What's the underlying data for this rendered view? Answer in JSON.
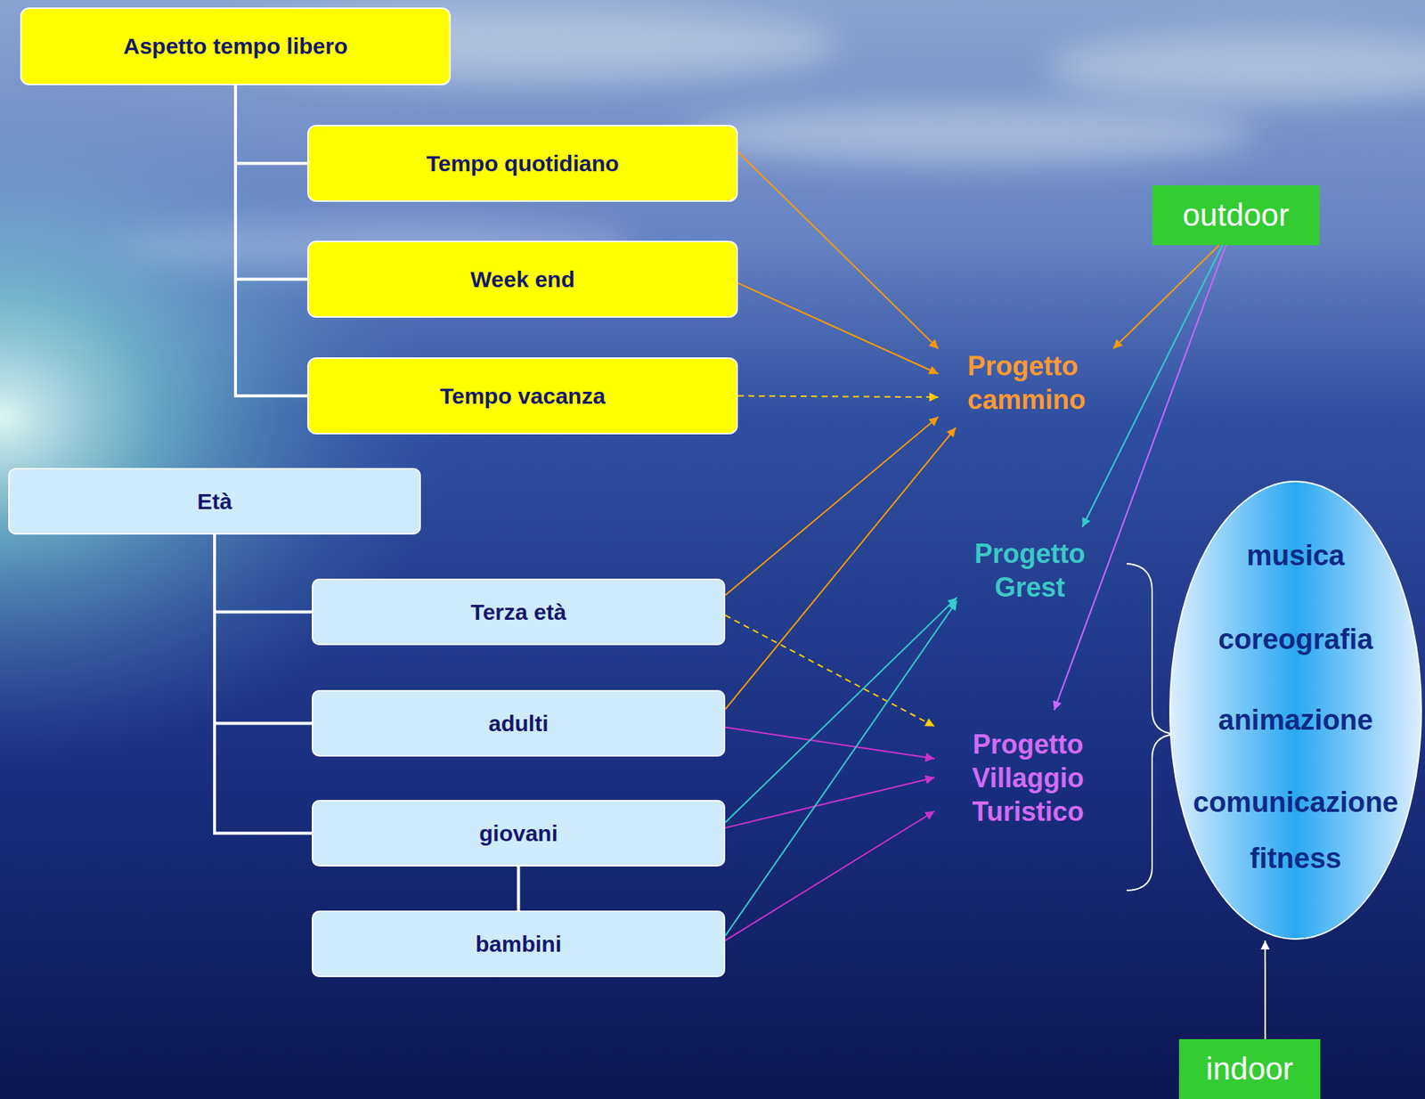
{
  "diagram": {
    "nodes": [
      {
        "text": [
          "Aspetto tempo libero"
        ]
      },
      {
        "text": [
          "Tempo quotidiano"
        ]
      },
      {
        "text": [
          "Week end"
        ]
      },
      {
        "text": [
          "Tempo vacanza"
        ]
      },
      {
        "text": [
          "Età"
        ]
      },
      {
        "text": [
          "Terza età"
        ]
      },
      {
        "text": [
          "adulti"
        ]
      },
      {
        "text": [
          "giovani"
        ]
      },
      {
        "text": [
          "bambini"
        ]
      },
      {
        "text": [
          "Progetto cammino"
        ]
      },
      {
        "text": [
          "Progetto Grest"
        ]
      },
      {
        "text": [
          "Progetto Villaggio Turistico"
        ]
      },
      {
        "text": [
          "outdoor"
        ]
      },
      {
        "text": [
          "musica",
          "coreografia",
          "animazione",
          "comunicazione",
          "fitness"
        ]
      },
      {
        "text": [
          "indoor"
        ]
      }
    ],
    "edges": [
      {
        "from": 0,
        "to": 1,
        "arrow": "none"
      },
      {
        "from": 0,
        "to": 2,
        "arrow": "none"
      },
      {
        "from": 0,
        "to": 3,
        "arrow": "none"
      },
      {
        "from": 4,
        "to": 5,
        "arrow": "none"
      },
      {
        "from": 4,
        "to": 6,
        "arrow": "none"
      },
      {
        "from": 4,
        "to": 7,
        "arrow": "none"
      },
      {
        "from": 7,
        "to": 8,
        "arrow": "none"
      },
      {
        "from": 1,
        "to": 9,
        "arrow": "to"
      },
      {
        "from": 2,
        "to": 9,
        "arrow": "to"
      },
      {
        "from": 3,
        "to": 9,
        "arrow": "to"
      },
      {
        "from": 12,
        "to": 9,
        "arrow": "to"
      },
      {
        "from": 12,
        "to": 10,
        "arrow": "to"
      },
      {
        "from": 12,
        "to": 11,
        "arrow": "to"
      },
      {
        "from": 5,
        "to": 9,
        "arrow": "to"
      },
      {
        "from": 5,
        "to": 11,
        "arrow": "to"
      },
      {
        "from": 6,
        "to": 9,
        "arrow": "to"
      },
      {
        "from": 6,
        "to": 11,
        "arrow": "to"
      },
      {
        "from": 7,
        "to": 10,
        "arrow": "to"
      },
      {
        "from": 7,
        "to": 11,
        "arrow": "to"
      },
      {
        "from": 8,
        "to": 10,
        "arrow": "to"
      },
      {
        "from": 8,
        "to": 11,
        "arrow": "to"
      },
      {
        "from": 14,
        "to": 13,
        "arrow": "to"
      }
    ]
  }
}
